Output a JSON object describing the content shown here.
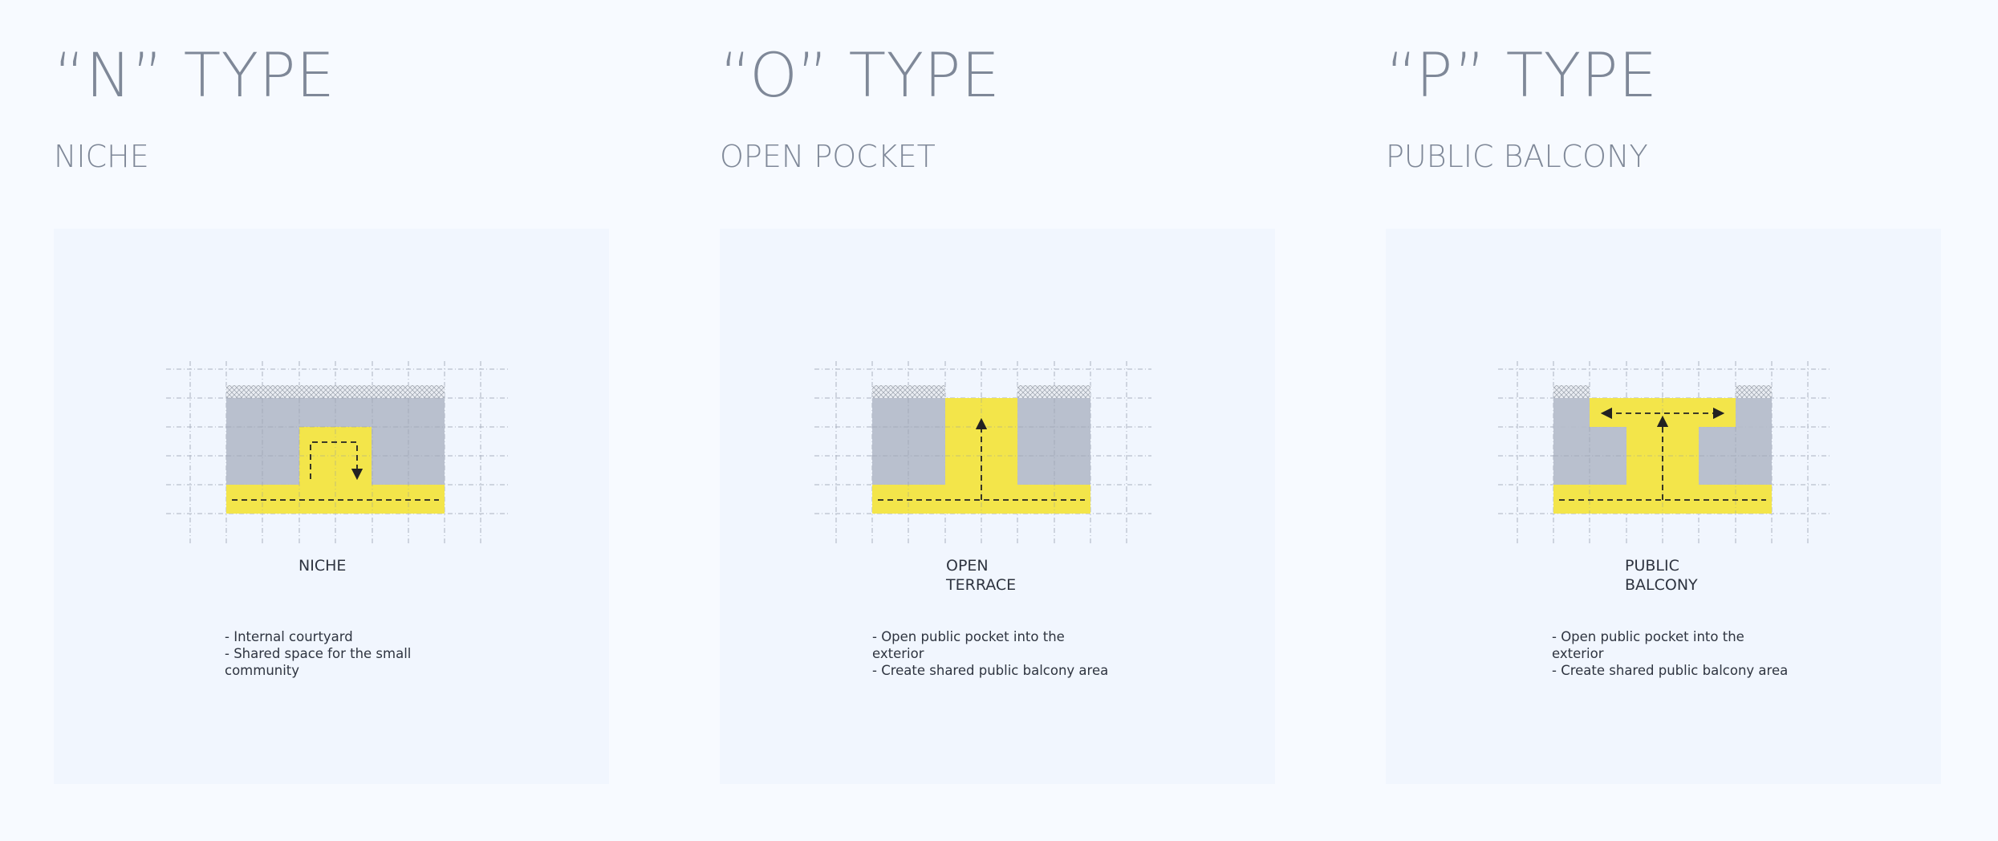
{
  "types": [
    {
      "id": "n",
      "title": "“N” TYPE",
      "subtitle": "NICHE",
      "label": "NICHE",
      "description": [
        "- Internal courtyard",
        "- Shared space for the small community"
      ]
    },
    {
      "id": "o",
      "title": "“O” TYPE",
      "subtitle": "OPEN POCKET",
      "label": "OPEN\nTERRACE",
      "description": [
        "- Open public pocket into the exterior",
        "- Create shared public balcony area"
      ]
    },
    {
      "id": "p",
      "title": "“P” TYPE",
      "subtitle": "PUBLIC BALCONY",
      "label": "PUBLIC\nBALCONY",
      "description": [
        "- Open public pocket into the exterior",
        "- Create shared public balcony area"
      ]
    }
  ],
  "colors": {
    "background": "#f7faff",
    "panel": "#f1f6fe",
    "title": "#7f8898",
    "building": "#b5bdcb",
    "public_space": "#f3e54a",
    "grid": "#8e96a6"
  }
}
